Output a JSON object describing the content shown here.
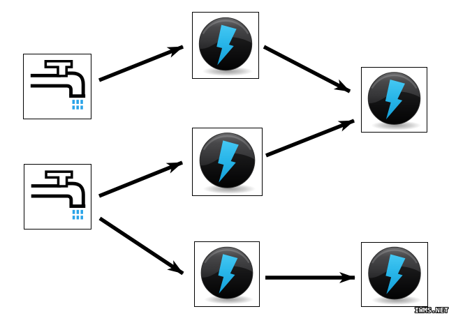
{
  "watermark": "IWMS.NET",
  "colors": {
    "background": "#ffffff",
    "node_border": "#000000",
    "arrow": "#000000",
    "bolt_cyan": "#29b6e9",
    "button_dark": "#1a1a1a",
    "water_drip_blue": "#29a3e8"
  },
  "diagram": {
    "type": "flow",
    "description": "Two water-tap source nodes feed three lightning power nodes, which converge into two lightning output nodes",
    "nodes": [
      {
        "id": "source-1",
        "icon": "faucet-icon",
        "position": "top-left"
      },
      {
        "id": "source-2",
        "icon": "faucet-icon",
        "position": "middle-left"
      },
      {
        "id": "power-1",
        "icon": "lightning-button-icon",
        "position": "top-middle"
      },
      {
        "id": "power-2",
        "icon": "lightning-button-icon",
        "position": "center-middle"
      },
      {
        "id": "power-3",
        "icon": "lightning-button-icon",
        "position": "bottom-middle"
      },
      {
        "id": "power-4",
        "icon": "lightning-button-icon",
        "position": "right-upper"
      },
      {
        "id": "power-5",
        "icon": "lightning-button-icon",
        "position": "right-bottom"
      }
    ],
    "edges": [
      {
        "from": "source-1",
        "to": "power-1"
      },
      {
        "from": "source-2",
        "to": "power-2"
      },
      {
        "from": "source-2",
        "to": "power-3"
      },
      {
        "from": "power-1",
        "to": "power-4"
      },
      {
        "from": "power-2",
        "to": "power-4"
      },
      {
        "from": "power-3",
        "to": "power-5"
      }
    ]
  }
}
